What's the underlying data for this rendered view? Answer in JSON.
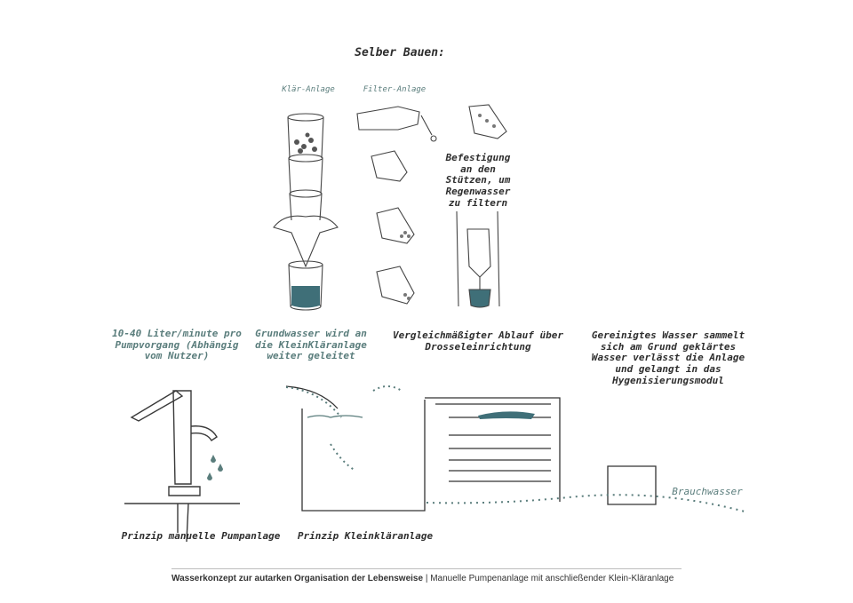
{
  "title": "Selber Bauen:",
  "labels": {
    "klaer_anlage": "Klär-Anlage",
    "filter_anlage": "Filter-Anlage",
    "befestigung": "Befestigung an den Stützen, um Regenwasser zu filtern",
    "pump_rate": "10-40 Liter/minute pro Pumpvorgang (Abhängig vom Nutzer)",
    "grundwasser": "Grundwasser wird an die KleinKläranlage weiter geleitet",
    "ablauf": "Vergleichmäßigter Ablauf über Drosseleinrichtung",
    "gereinigt": "Gereinigtes Wasser sammelt sich am Grund geklärtes Wasser verlässt die Anlage und gelangt in das Hygenisierungsmodul",
    "brauchwasser": "Brauchwasser",
    "prinzip_pumpe": "Prinzip manuelle Pumpanlage",
    "prinzip_klaer": "Prinzip Kleinkläranlage"
  },
  "footer": {
    "bold": "Wasserkonzept zur autarken Organisation der Lebensweise",
    "separator": " | ",
    "rest": "Manuelle Pumpenanlage mit anschließender Klein-Kläranlage"
  },
  "colors": {
    "teal": "#5a7d7c",
    "water": "#3f6f78",
    "ink": "#2e2e2e"
  }
}
